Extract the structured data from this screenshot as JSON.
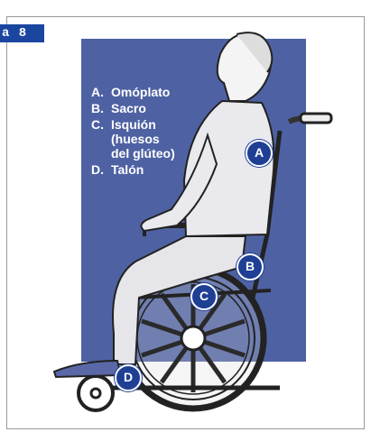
{
  "figure": {
    "tag_text": "a 8",
    "panel_color": "#4e62a3",
    "badge_color": "#1f3f95"
  },
  "legend": [
    {
      "key": "A.",
      "text": "Omóplato"
    },
    {
      "key": "B.",
      "text": "Sacro"
    },
    {
      "key": "C.",
      "text": "Isquión\n(huesos\ndel glúteo)"
    },
    {
      "key": "D.",
      "text": "Talón"
    }
  ],
  "markers": {
    "a": "A",
    "b": "B",
    "c": "C",
    "d": "D"
  }
}
